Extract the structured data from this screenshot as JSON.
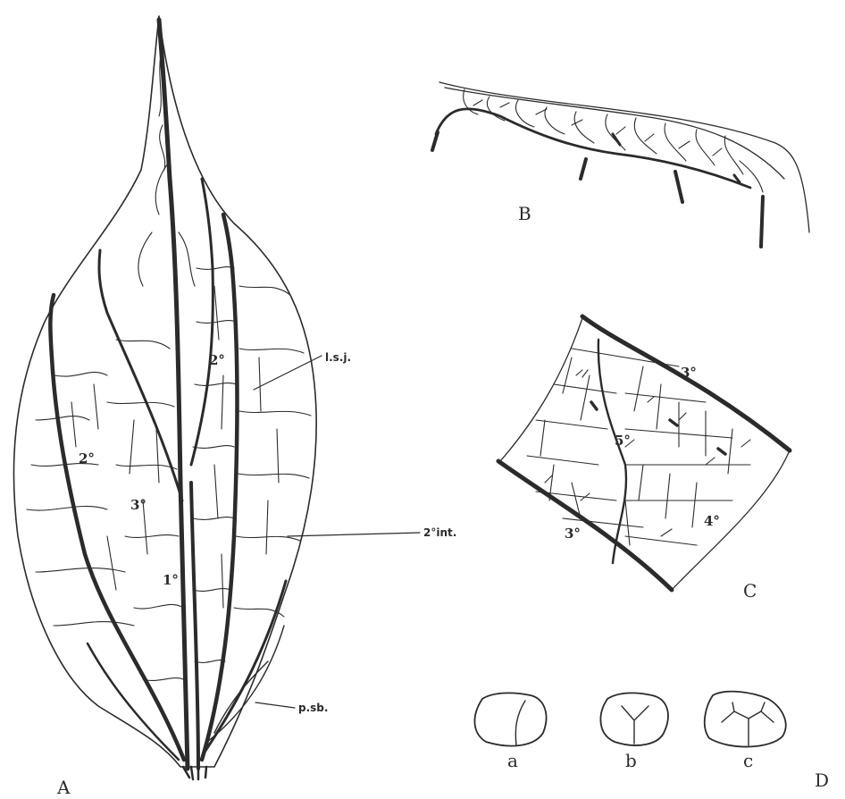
{
  "panels": {
    "A": "A",
    "B": "B",
    "C": "C",
    "D": "D"
  },
  "leaf_labels": {
    "lsj": "l.s.j.",
    "int2": "2°int.",
    "psb": "p.sb.",
    "v2_upper": "2°",
    "v2_left": "2°",
    "v3": "3°",
    "v1": "1°"
  },
  "panel_c_labels": {
    "top3": "3°",
    "bottom3": "3°",
    "v5": "5°",
    "v4": "4°"
  },
  "areole_labels": [
    "a",
    "b",
    "c"
  ],
  "colors": {
    "ink": "#2b2b2b",
    "background": "#ffffff"
  }
}
